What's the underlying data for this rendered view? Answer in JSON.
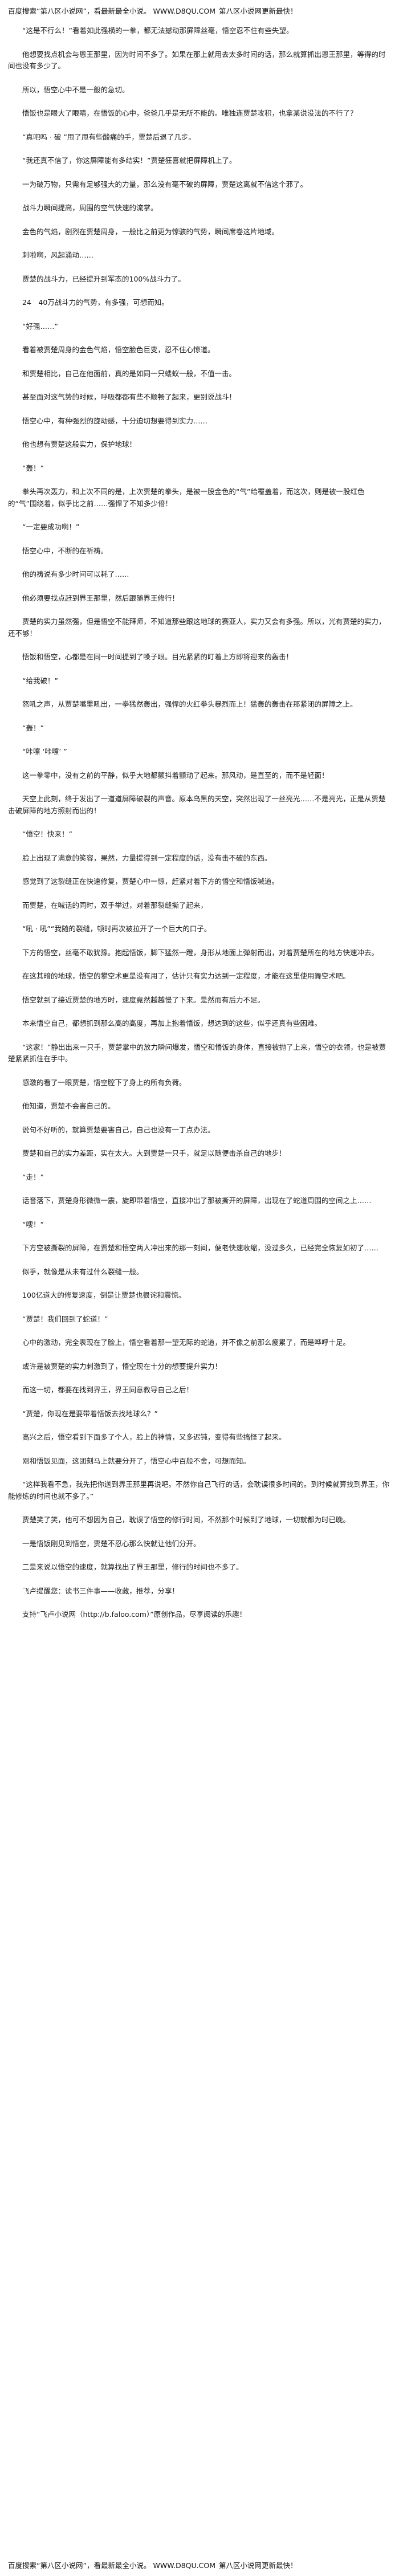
{
  "banner": {
    "prefix": "百度搜索",
    "site_name": "“第八区小说网”",
    "middle": "，看最新最全小说。",
    "domain": "WWW.D8QU.COM",
    "suffix": "第八区小说网更新最快！"
  },
  "paragraphs": [
    "“这是不行么！”看着如此强横的一拳，都无法撼动那屏障丝毫，悟空忍不住有些失望。",
    "他想要找点机会与恩王那里，因为时间不多了。如果在那上就用去太多时间的话，那么就算抓出恩王那里，等得的时间也没有多少了。",
    "所以，悟空心中不是一般的急切。",
    "悟饭也是眼大了眼睛，在悟饭的心中，爸爸几乎是无所不能的。唯独连贾楚攻积，也拿某说没法的不行了？",
    "“真吧吗 · 破 ”甩了甩有些酸痛的手，贾楚后退了几步。",
    "“我还真不信了，你这屏障能有多结实！”贾楚狂喜就把屏障机上了。",
    "一为破万物，只需有足够强大的力量，那么没有毫不破的屏障，贾楚这离就不信这个邪了。",
    "战斗力瞬间提高，周围的空气快速的流掌。",
    "金色的气焰，剧烈在贾楚周身，一般比之前更为惊骇的气势，瞬间席卷这片地域。",
    "刺啦啊，风起涌动……",
    "贾楚的战斗力，已经提升到军态的100%战斗力了。",
    "24　40万战斗力的气势，有多强，可想而知。",
    "“好强……”",
    "看着被贾楚周身的金色气焰，悟空脸色巨变，忍不住心惊道。",
    "和贾楚相比，自己在他面前，真的是如同一只蝼蚁一般，不值一击。",
    "甚至面对这气势的时候，呼吸都都有些不顺畅了起来，更别说战斗！",
    "悟空心中，有种强烈的旋动感，十分迫切想要得到实力……",
    "他也想有贾楚这般实力，保护地球！",
    "“轰！”",
    "拳头再次轰力，和上次不同的是，上次贾楚的拳头，是被一股金色的“气”给覆盖着，而这次，则是被一股红色的“气”围绕着，似乎比之前……强悍了不知多少倍！",
    "“一定要成功啊！”",
    "悟空心中，不断的在祈祷。",
    "他的祷说有多少时间可以耗了……",
    "他必须要找点赶到界王那里，然后跟随界王修行！",
    "贾楚的实力虽然强，但是悟空不能拜师，不知道那些跟这地球的赛亚人，实力又会有多强。所以，光有贾楚的实力，还不够！",
    "悟饭和悟空，心都是在同一时间提到了嗓子眼。目光紧紧的盯着上方即将迎来的轰击！",
    "“给我破！”",
    "怒吼之声，从贾楚嘴里吼出，一拳猛然轰出，强悍的火红拳头暴烈而上！猛轰的轰击在那紧闭的屏障之上。",
    "“轰！”",
    "“咔嚓 ‘咔嚓’ ”",
    "这一拳零中，没有之前的平静，似乎大地都颤抖着颤动了起来。那风动，是直至的，而不是轻面！",
    "天空上此刻，终于发出了一道道屏障破裂的声音。原本乌黑的天空，突然出现了一丝亮光……不是亮光，正是从贾楚击破屏障的地方照射而出的！",
    "“悟空！快来！”",
    "脸上出现了满意的笑容，果然，力量提得到一定程度的话，没有击不破的东西。",
    "感觉到了这裂缝正在快速修复，贾楚心中一惊，赶紧对着下方的悟空和悟饭喊道。",
    "而贾楚，在喊话的同时，双手举过，对着那裂缝撕了起来，",
    "“吼 · 吼”“我随的裂缝，顿时再次被拉开了一个巨大的口子。",
    "下方的悟空，丝毫不敢犹豫。抱起悟饭，脚下猛然一蹬，身形从地面上弹射而出，对着贾楚所在的地方快速冲去。",
    "在这其暗的地球，悟空的攀空术更是没有用了，估计只有实力达到一定程度，才能在这里使用舞空术吧。",
    "悟空就到了接近贾楚的地方时，速度竟然越越慢了下来。是然而有后力不足。",
    "本来悟空自己，都想抓到那么高的高度，再加上抱着悟饭，想达到的这些，似乎还真有些困难。",
    "“这家！”静出出来一只手，贾楚掌中的放力瞬间爆发，悟空和悟饭的身体，直接被抛了上来，悟空的衣领，也是被贾楚紧紧抓住在手中。",
    "感激的看了一眼贾楚，悟空腔下了身上的所有负荷。",
    "他知道，贾楚不会害自己的。",
    "说句不好听的，就算贾楚要害自己，自己也没有一丁点办法。",
    "贾楚和自己的实力差距，实在太大。大到贾楚一只手，就足以随便击杀自己的地步！",
    "“走！”",
    "话音落下，贾楚身形微微一震，旋即带着悟空，直接冲出了那被撕开的屏障，出现在了蛇道周围的空间之上……",
    "“嗖！”",
    "下方空被撕裂的屏障，在贾楚和悟空两人冲出来的那一刻间，便老快速收缩，没过多久，已经完全恢复如初了……",
    "似乎，就像是从未有过什么裂缝一般。",
    "100亿道大的修复速度，倒是让贾楚也很诧和震惊。",
    "“贾楚！我们回到了蛇道！”",
    "心中的激动，完全表现在了脸上，悟空看着那一望无际的蛇道，并不像之前那么疲累了，而是哗呼十足。",
    "或许是被贾楚的实力刺激到了，悟空现在十分的想要提升实力！",
    "而这一切，都要在找到界王，界王同意教导自己之后！",
    "“贾楚，你现在是要带着悟饭去找地球么？”",
    "高兴之后，悟空看到下面多了个人，脸上的神情，又多迟钝，变得有些搞怪了起来。",
    "刚和悟饭见面，这团刻马上就要分开了，悟空心中百般不舍，可想而知。",
    "“这样我看不急，我先把你送到界王那里再说吧。不然你自己飞行的话，会耽误很多时间的。到时候就算找到界王，你能修炼的时间也就不多了。”",
    "贾楚笑了笑，他可不想因为自己，耽误了悟空的修行时间，不然那个时候到了地球，一切就都为时已晚。",
    "一是悟饭刚见到悟空，贾楚不忍心那么快就让他们分开。",
    "二是来说以悟空的速度，就算找出了界王那里，修行的时间也不多了。",
    "飞卢提醒您：读书三件事——收藏，推荐，分享！",
    "支持“飞卢小说网（http://b.faloo.com）”原创作品，尽享阅读的乐趣！"
  ]
}
